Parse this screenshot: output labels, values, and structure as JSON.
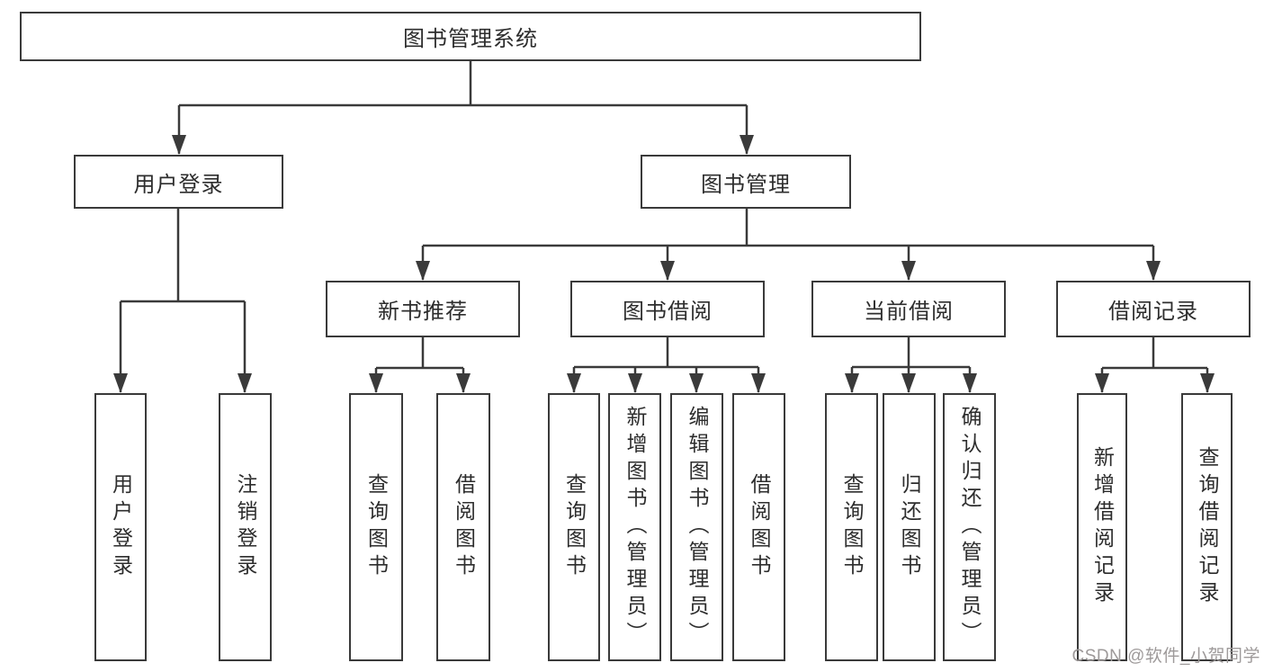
{
  "diagram": {
    "root": {
      "label": "图书管理系统"
    },
    "branches": [
      {
        "label": "用户登录",
        "children": [
          {
            "label": "用户登录"
          },
          {
            "label": "注销登录"
          }
        ]
      },
      {
        "label": "图书管理",
        "groups": [
          {
            "label": "新书推荐",
            "children": [
              {
                "label": "查询图书"
              },
              {
                "label": "借阅图书"
              }
            ]
          },
          {
            "label": "图书借阅",
            "children": [
              {
                "label": "查询图书"
              },
              {
                "label": "新增图书（管理员）"
              },
              {
                "label": "编辑图书（管理员）"
              },
              {
                "label": "借阅图书"
              }
            ]
          },
          {
            "label": "当前借阅",
            "children": [
              {
                "label": "查询图书"
              },
              {
                "label": "归还图书"
              },
              {
                "label": "确认归还（管理员）"
              }
            ]
          },
          {
            "label": "借阅记录",
            "children": [
              {
                "label": "新增借阅记录"
              },
              {
                "label": "查询借阅记录"
              }
            ]
          }
        ]
      }
    ],
    "colors": {
      "line": "#3a3a3a",
      "text": "#2d2d2d",
      "background": "#ffffff",
      "watermark": "#9e9a9a"
    }
  },
  "watermark": "CSDN @软件_小贺同学"
}
